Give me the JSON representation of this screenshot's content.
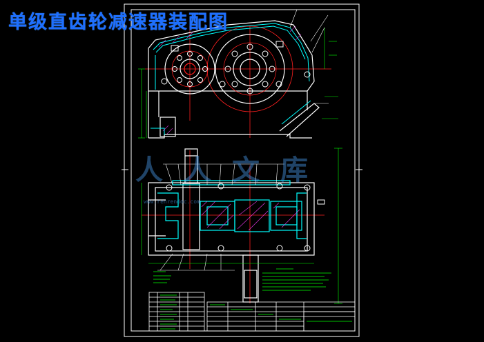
{
  "title": "单级直齿轮减速器装配图",
  "watermark": {
    "text": "人人文库",
    "url": "www.renrendoc.com"
  },
  "colors": {
    "background": "#000000",
    "border": "#ffffff",
    "outline": "#ffffff",
    "section": "#00ffff",
    "center_line": "#ff2020",
    "dimension": "#00ff00",
    "title_text": "#1e6fff"
  }
}
